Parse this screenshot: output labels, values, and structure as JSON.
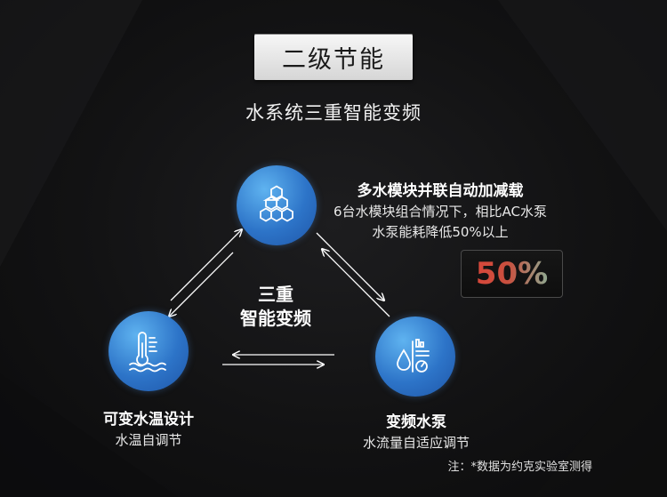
{
  "header": {
    "badge": "二级节能",
    "subtitle": "水系统三重智能变频"
  },
  "center": {
    "line1": "三重",
    "line2": "智能变频"
  },
  "features": {
    "top": {
      "title": "多水模块并联自动加减载",
      "desc1": "6台水模块组合情况下，相比AC水泵",
      "desc2": "水泵能耗降低50%以上",
      "percent": "50%",
      "icon": "hexagon-network-icon"
    },
    "left": {
      "title": "可变水温设计",
      "desc": "水温自调节",
      "icon": "thermometer-water-icon"
    },
    "right": {
      "title": "变频水泵",
      "desc": "水流量自适应调节",
      "icon": "water-drop-gauge-icon"
    }
  },
  "note": "注：*数据为约克实验室测得",
  "colors": {
    "background": "#121213",
    "circle_blue": "#2d74c8",
    "percent_red": "#d8473a",
    "percent_green": "#8fa890",
    "badge_bg": "#e6e6e6"
  }
}
